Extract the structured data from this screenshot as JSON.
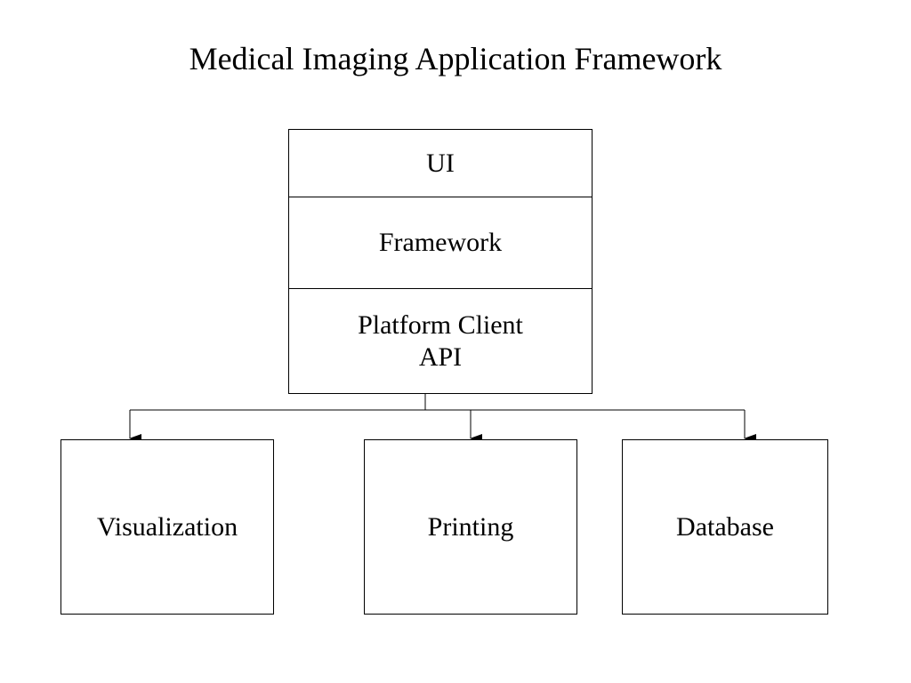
{
  "diagram": {
    "title": "Medical Imaging Application Framework",
    "stack": {
      "layers": [
        {
          "lines": [
            "UI"
          ]
        },
        {
          "lines": [
            "Framework"
          ]
        },
        {
          "lines": [
            "Platform Client",
            "API"
          ]
        }
      ]
    },
    "modules": [
      {
        "label": "Visualization"
      },
      {
        "label": "Printing"
      },
      {
        "label": "Database"
      }
    ],
    "connections": [
      {
        "from": "Platform Client API",
        "to": "Visualization"
      },
      {
        "from": "Platform Client API",
        "to": "Printing"
      },
      {
        "from": "Platform Client API",
        "to": "Database"
      }
    ]
  }
}
